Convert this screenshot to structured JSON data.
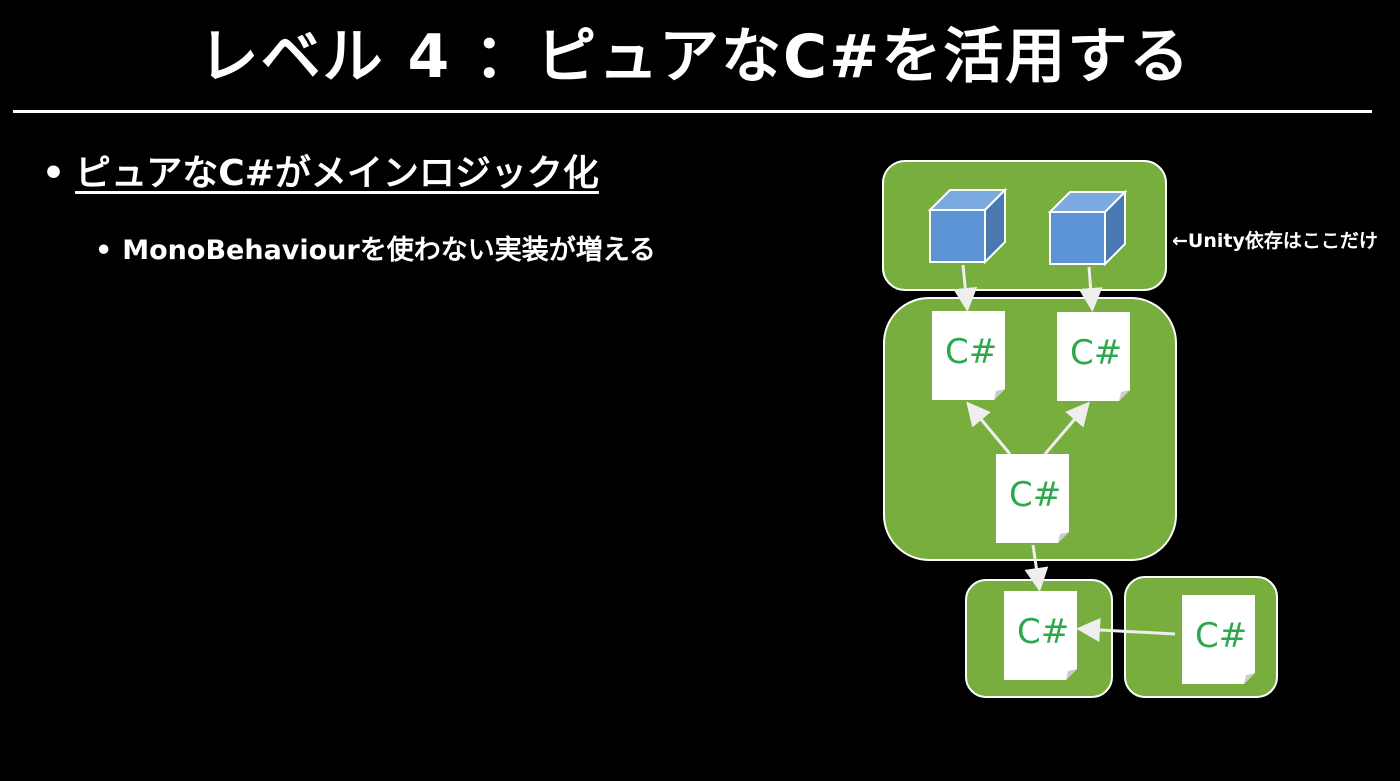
{
  "slide": {
    "title": "レベル 4 ：ピュアなC#を活用する",
    "bullets": [
      {
        "marker": "•",
        "text": "ピュアなC#がメインロジック化"
      },
      {
        "marker": "•",
        "text": "MonoBehaviourを使わない実装が増える"
      }
    ]
  },
  "diagram": {
    "doc_label": "C#",
    "note": "←Unity依存はここだけ",
    "colors": {
      "group": "#78ae3e",
      "cube_front": "#5b93d4",
      "cube_side": "#4a78b0",
      "cube_top": "#7aaae0",
      "csharp_text": "#2ea84a"
    }
  }
}
